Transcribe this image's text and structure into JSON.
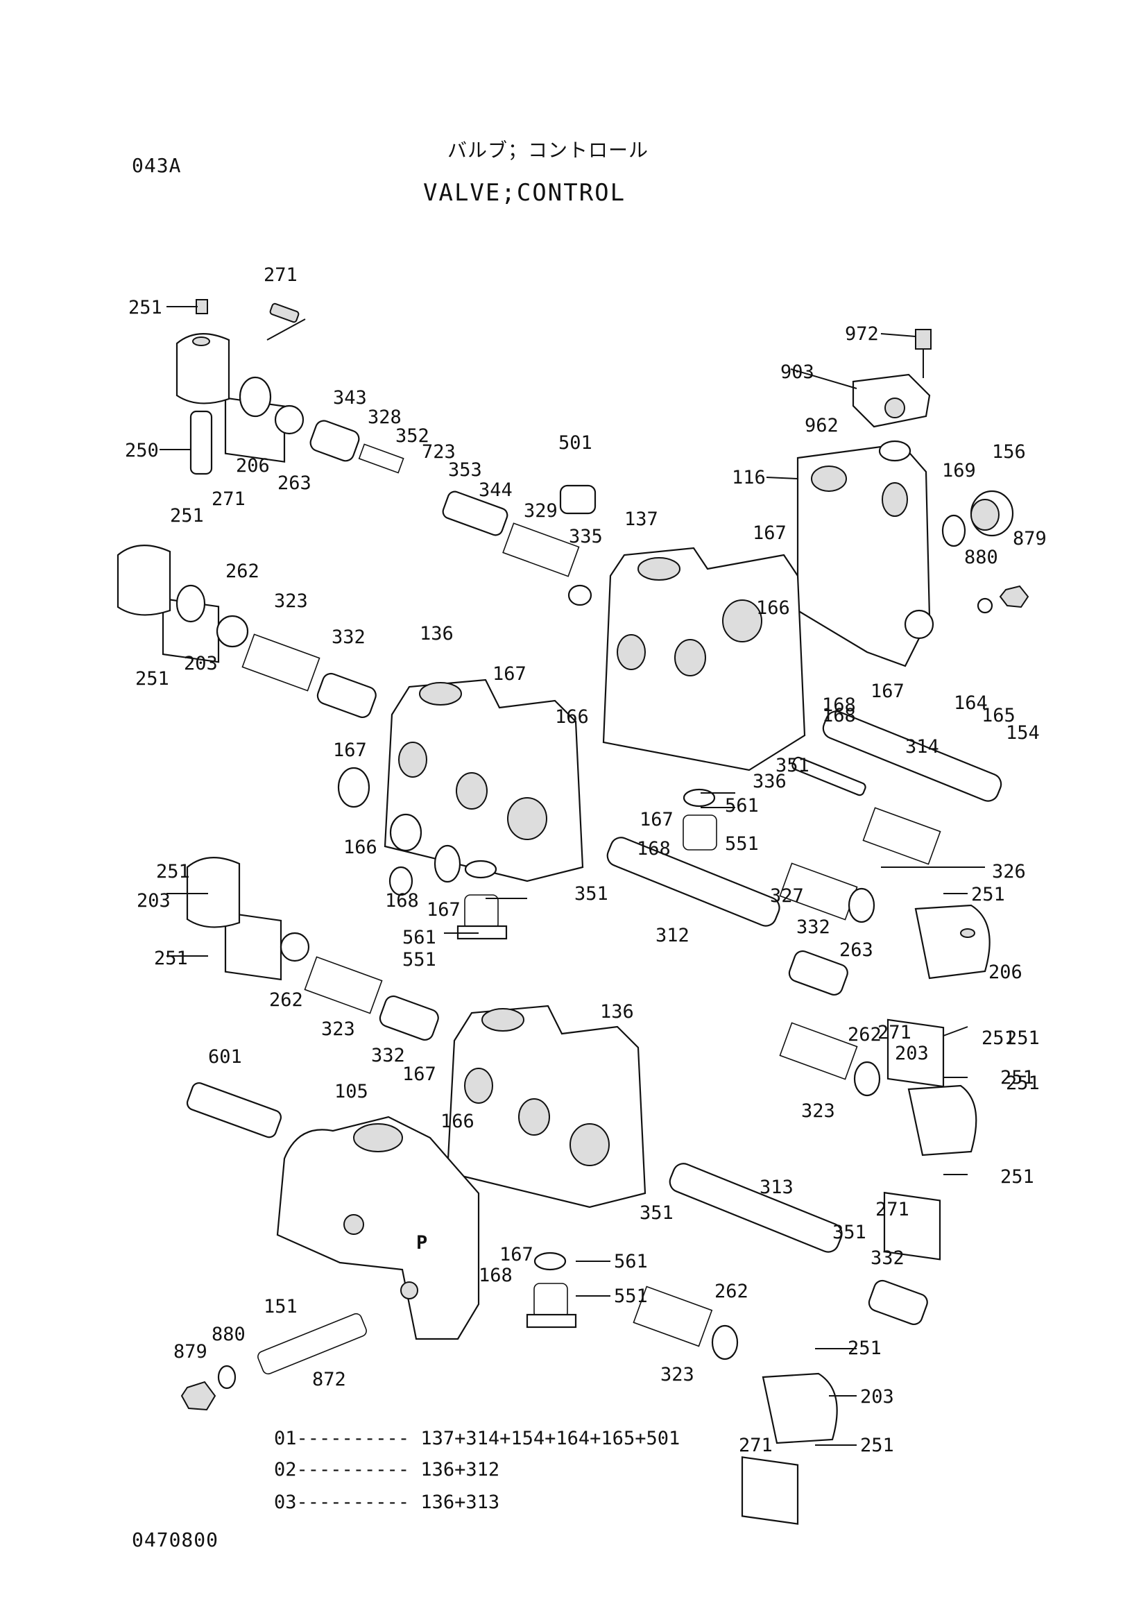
{
  "header": {
    "code": "043A",
    "title_jp": "バルブ；コントロール",
    "title_en": "VALVE;CONTROL"
  },
  "labels": [
    {
      "id": "l251a",
      "text": "251"
    },
    {
      "id": "l271a",
      "text": "271"
    },
    {
      "id": "l250",
      "text": "250"
    },
    {
      "id": "l206a",
      "text": "206"
    },
    {
      "id": "l263a",
      "text": "263"
    },
    {
      "id": "l343",
      "text": "343"
    },
    {
      "id": "l328",
      "text": "328"
    },
    {
      "id": "l352",
      "text": "352"
    },
    {
      "id": "l723",
      "text": "723"
    },
    {
      "id": "l353",
      "text": "353"
    },
    {
      "id": "l344",
      "text": "344"
    },
    {
      "id": "l501",
      "text": "501"
    },
    {
      "id": "l972",
      "text": "972"
    },
    {
      "id": "l903",
      "text": "903"
    },
    {
      "id": "l962",
      "text": "962"
    },
    {
      "id": "l116",
      "text": "116"
    },
    {
      "id": "l156",
      "text": "156"
    },
    {
      "id": "l169",
      "text": "169"
    },
    {
      "id": "l879a",
      "text": "879"
    },
    {
      "id": "l880a",
      "text": "880"
    },
    {
      "id": "l251b",
      "text": "251"
    },
    {
      "id": "l271b",
      "text": "271"
    },
    {
      "id": "l262a",
      "text": "262"
    },
    {
      "id": "l323a",
      "text": "323"
    },
    {
      "id": "l203a",
      "text": "203"
    },
    {
      "id": "l251c",
      "text": "251"
    },
    {
      "id": "l332a",
      "text": "332"
    },
    {
      "id": "l136a",
      "text": "136"
    },
    {
      "id": "l329",
      "text": "329"
    },
    {
      "id": "l335",
      "text": "335"
    },
    {
      "id": "l137",
      "text": "137"
    },
    {
      "id": "l167a",
      "text": "167"
    },
    {
      "id": "l166a",
      "text": "166"
    },
    {
      "id": "l167b",
      "text": "167"
    },
    {
      "id": "l168a",
      "text": "168"
    },
    {
      "id": "l164",
      "text": "164"
    },
    {
      "id": "l165",
      "text": "165"
    },
    {
      "id": "l154",
      "text": "154"
    },
    {
      "id": "l314",
      "text": "314"
    },
    {
      "id": "l351a",
      "text": "351"
    },
    {
      "id": "l336",
      "text": "336"
    },
    {
      "id": "l561a",
      "text": "561"
    },
    {
      "id": "l551a",
      "text": "551"
    },
    {
      "id": "l167c",
      "text": "167"
    },
    {
      "id": "l166b",
      "text": "166"
    },
    {
      "id": "l167d",
      "text": "167"
    },
    {
      "id": "l168b",
      "text": "168"
    },
    {
      "id": "l167e",
      "text": "167"
    },
    {
      "id": "l166c",
      "text": "166"
    },
    {
      "id": "l168c",
      "text": "168"
    },
    {
      "id": "l167f",
      "text": "167"
    },
    {
      "id": "l351b",
      "text": "351"
    },
    {
      "id": "l561b",
      "text": "561"
    },
    {
      "id": "l551b",
      "text": "551"
    },
    {
      "id": "l326",
      "text": "326"
    },
    {
      "id": "l327",
      "text": "327"
    },
    {
      "id": "l251d",
      "text": "251"
    },
    {
      "id": "l263b",
      "text": "263"
    },
    {
      "id": "l206b",
      "text": "206"
    },
    {
      "id": "l312",
      "text": "312"
    },
    {
      "id": "l332b",
      "text": "332"
    },
    {
      "id": "l251e",
      "text": "251"
    },
    {
      "id": "l271c",
      "text": "271"
    },
    {
      "id": "l251f",
      "text": "251"
    },
    {
      "id": "l203b",
      "text": "203"
    },
    {
      "id": "l251g",
      "text": "251"
    },
    {
      "id": "l262b",
      "text": "262"
    },
    {
      "id": "l323b",
      "text": "323"
    },
    {
      "id": "l332c",
      "text": "332"
    },
    {
      "id": "l136b",
      "text": "136"
    },
    {
      "id": "l262c",
      "text": "262"
    },
    {
      "id": "l203c",
      "text": "203"
    },
    {
      "id": "l251h",
      "text": "251"
    },
    {
      "id": "l323c",
      "text": "323"
    },
    {
      "id": "l251i",
      "text": "251"
    },
    {
      "id": "l271d",
      "text": "271"
    },
    {
      "id": "l601",
      "text": "601"
    },
    {
      "id": "l105",
      "text": "105"
    },
    {
      "id": "l167g",
      "text": "167"
    },
    {
      "id": "l166d",
      "text": "166"
    },
    {
      "id": "l351c",
      "text": "351"
    },
    {
      "id": "l313",
      "text": "313"
    },
    {
      "id": "l351d",
      "text": "351"
    },
    {
      "id": "l332d",
      "text": "332"
    },
    {
      "id": "l151",
      "text": "151"
    },
    {
      "id": "l167h",
      "text": "167"
    },
    {
      "id": "l168d",
      "text": "168"
    },
    {
      "id": "l561c",
      "text": "561"
    },
    {
      "id": "l551c",
      "text": "551"
    },
    {
      "id": "l262d",
      "text": "262"
    },
    {
      "id": "l251j",
      "text": "251"
    },
    {
      "id": "l879b",
      "text": "879"
    },
    {
      "id": "l880b",
      "text": "880"
    },
    {
      "id": "l872",
      "text": "872"
    },
    {
      "id": "l323d",
      "text": "323"
    },
    {
      "id": "l203d",
      "text": "203"
    },
    {
      "id": "l251k",
      "text": "251"
    },
    {
      "id": "l271e",
      "text": "271"
    },
    {
      "id": "l251l",
      "text": "251"
    },
    {
      "id": "l168e",
      "text": "168"
    },
    {
      "id": "l251m",
      "text": "251"
    }
  ],
  "assemblies": [
    {
      "id": "01",
      "dots": "----------",
      "parts": "137+314+154+164+165+501"
    },
    {
      "id": "02",
      "dots": "----------",
      "parts": "136+312"
    },
    {
      "id": "03",
      "dots": "----------",
      "parts": "136+313"
    }
  ],
  "footer": {
    "doc_number": "0470800"
  }
}
